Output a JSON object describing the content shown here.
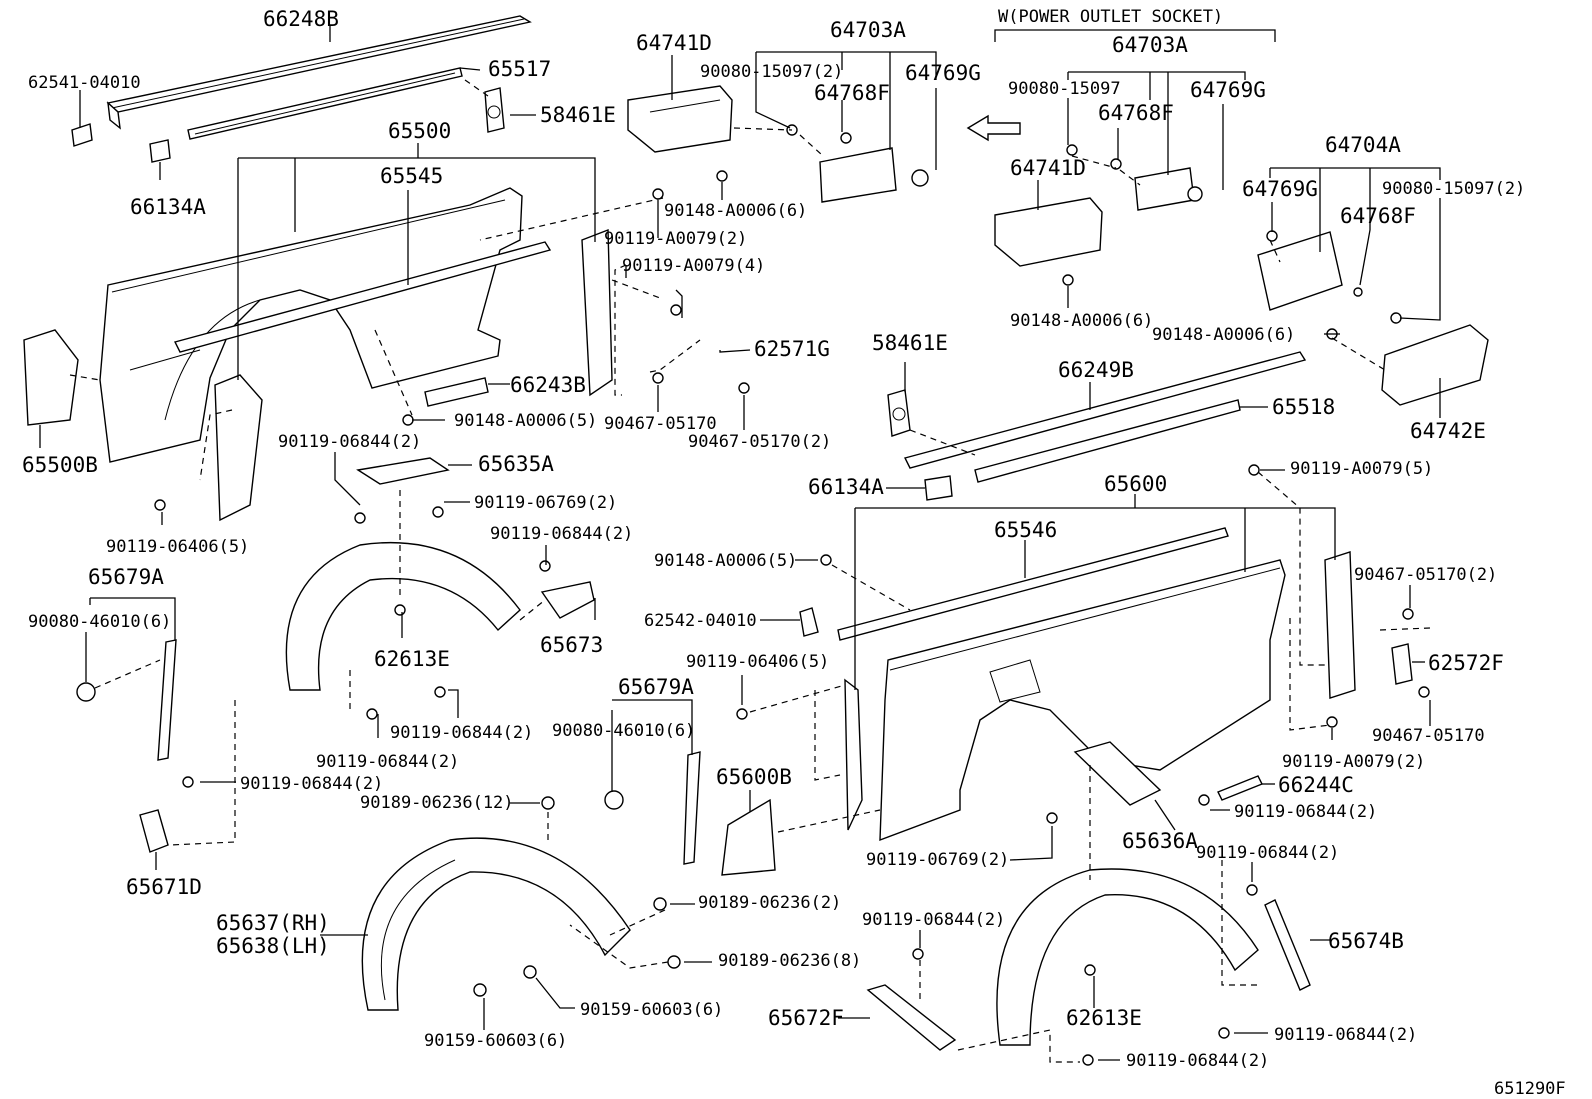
{
  "diagram_code": "651290F",
  "variant_note": "W(POWER OUTLET SOCKET)",
  "labels": {
    "p66248B": "66248B",
    "p62541": "62541-04010",
    "p65517": "65517",
    "p58461E_a": "58461E",
    "p66134A_a": "66134A",
    "p65500": "65500",
    "p65545": "65545",
    "p65500B": "65500B",
    "p90148_5a": "90148-A0006(5)",
    "p66243B": "66243B",
    "p90119_06844_2a": "90119-06844(2)",
    "p65635A": "65635A",
    "p90119_06769_2a": "90119-06769(2)",
    "p90119_06406_5a": "90119-06406(5)",
    "p90119_06844_2b": "90119-06844(2)",
    "p65679A_a": "65679A",
    "p90080_46010_a": "90080-46010(6)",
    "p62613E_a": "62613E",
    "p65673": "65673",
    "p90119_06844_2c": "90119-06844(2)",
    "p90119_06844_2d": "90119-06844(2)",
    "p90119_06844_2e": "90119-06844(2)",
    "p65671D": "65671D",
    "p64741D_a": "64741D",
    "p64703A_a": "64703A",
    "p90080_15097_2a": "90080-15097(2)",
    "p64768F_a": "64768F",
    "p64769G_a": "64769G",
    "p90148_6a": "90148-A0006(6)",
    "p90119_A0079_2a": "90119-A0079(2)",
    "p90119_A0079_4": "90119-A0079(4)",
    "p62571G": "62571G",
    "p90467_05170_a": "90467-05170",
    "p90467_05170_2a": "90467-05170(2)",
    "p64703A_b": "64703A",
    "p90080_15097_b": "90080-15097",
    "p64768F_b": "64768F",
    "p64769G_b": "64769G",
    "p64741D_b": "64741D",
    "p90148_6b": "90148-A0006(6)",
    "p64704A": "64704A",
    "p64769G_c": "64769G",
    "p90080_15097_2c": "90080-15097(2)",
    "p64768F_c": "64768F",
    "p90148_6c": "90148-A0006(6)",
    "p64742E": "64742E",
    "p58461E_b": "58461E",
    "p66249B": "66249B",
    "p65518": "65518",
    "p66134A_b": "66134A",
    "p65600": "65600",
    "p90119_A0079_5": "90119-A0079(5)",
    "p65546": "65546",
    "p90148_5b": "90148-A0006(5)",
    "p90467_05170_2b": "90467-05170(2)",
    "p62542": "62542-04010",
    "p62572F": "62572F",
    "p90119_06406_5b": "90119-06406(5)",
    "p90467_05170_b": "90467-05170",
    "p65679A_b": "65679A",
    "p90080_46010_b": "90080-46010(6)",
    "p90119_A0079_2b": "90119-A0079(2)",
    "p65600B": "65600B",
    "p66244C": "66244C",
    "p90119_06844_2f": "90119-06844(2)",
    "p90189_12": "90189-06236(12)",
    "p65636A": "65636A",
    "p90119_06769_2b": "90119-06769(2)",
    "p90119_06844_2g": "90119-06844(2)",
    "p65637": "65637(RH)",
    "p65638": "65638(LH)",
    "p90189_2": "90189-06236(2)",
    "p90189_8": "90189-06236(8)",
    "p90159_6a": "90159-60603(6)",
    "p90159_6b": "90159-60603(6)",
    "p90119_06844_2h": "90119-06844(2)",
    "p65674B": "65674B",
    "p65672F": "65672F",
    "p62613E_b": "62613E",
    "p90119_06844_2i": "90119-06844(2)",
    "p90119_06844_2j": "90119-06844(2)"
  }
}
